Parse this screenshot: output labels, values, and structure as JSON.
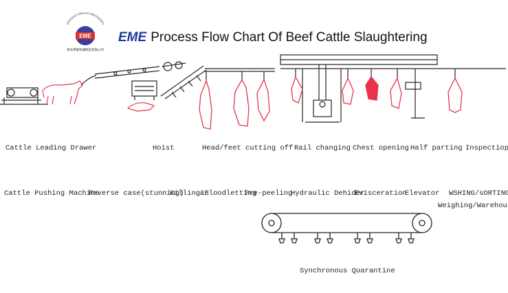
{
  "title": {
    "brand": "EME",
    "text": "Process Flow Chart Of Beef Cattle Slaughtering"
  },
  "logo": {
    "company_name": "QINGDAO EMPIRE MACHINERY CO.,LTD",
    "chinese_name": "青岛帝豪机械制造有限公司",
    "badge": "EME"
  },
  "stages_upper": [
    "Cattle Leading Drawer",
    "Hoist",
    "Head/feet cutting off",
    "Rail changing",
    "Chest opening",
    "Half parting",
    "Inspectiop"
  ],
  "stages_lower": [
    "Cattle Pushing Machine",
    "Reverse case(stunning)",
    "Killing&Bloodletting",
    "Pre-peeling",
    "Hydraulic Dehider",
    "Evisceration",
    "Elevator",
    "WSHING/sORTING&",
    "Weighing/Warehousing"
  ],
  "quarantine_label": "Synchronous Quarantine",
  "colors": {
    "carcass": "#e8334a",
    "line": "#222222",
    "brand": "#1a3a9a"
  }
}
